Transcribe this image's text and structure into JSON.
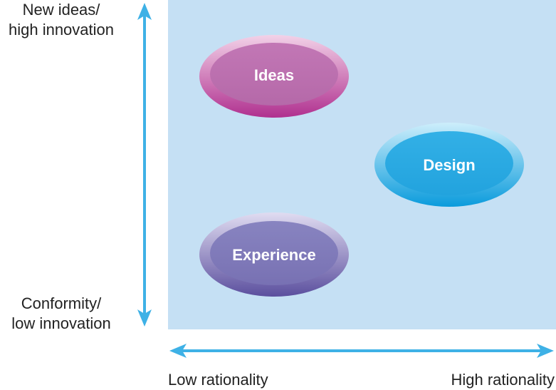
{
  "axes": {
    "y_top_line1": "New ideas/",
    "y_top_line2": "high innovation",
    "y_bottom_line1": "Conformity/",
    "y_bottom_line2": "low innovation",
    "x_left": "Low rationality",
    "x_right": "High rationality"
  },
  "nodes": {
    "ideas": "Ideas",
    "design": "Design",
    "experience": "Experience"
  },
  "colors": {
    "panel": "#c5e0f4",
    "arrow": "#3eb1e6",
    "ideas": "#bf6fb0",
    "design": "#2aa8e2",
    "experience": "#7d78b8"
  }
}
